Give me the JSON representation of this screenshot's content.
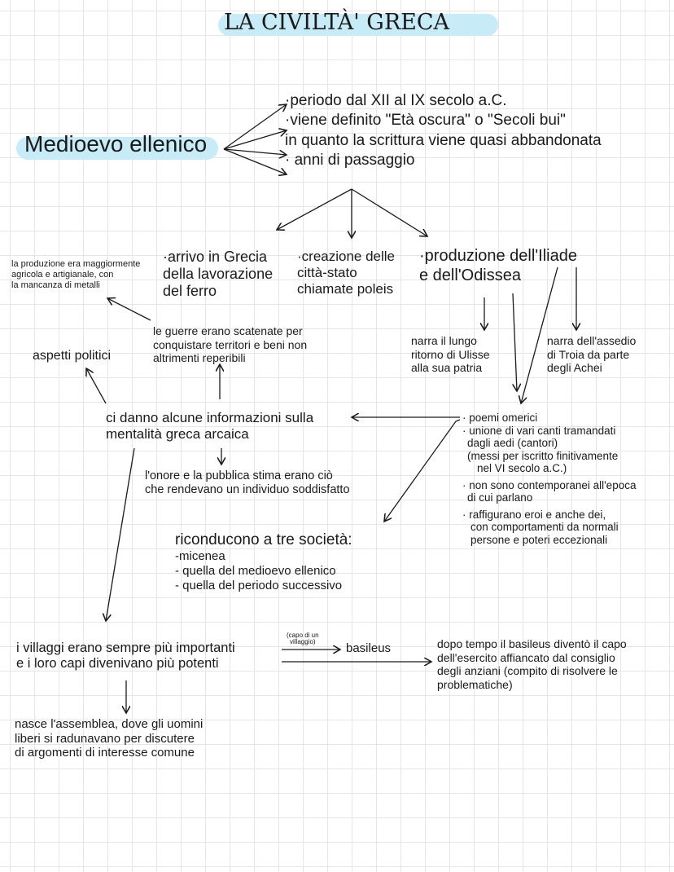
{
  "title": "LA CIVILTÀ' GRECA",
  "topic": "Medioevo ellenico",
  "topic_points": [
    "·periodo dal XII al IX secolo a.C.",
    "·viene definito \"Età oscura\" o \"Secoli bui\"",
    "in quanto la scrittura viene quasi abbandonata",
    "· anni di passaggio"
  ],
  "branches": {
    "iron": [
      "·arrivo in Grecia",
      "della lavorazione",
      "del ferro"
    ],
    "polis": [
      "·creazione delle",
      "città-stato",
      "chiamate poleis"
    ],
    "epics": [
      "·produzione dell'Iliade",
      "e dell'Odissea"
    ]
  },
  "production_note": [
    "la produzione era maggiormente",
    "agricola e artigianale, con",
    "la mancanza di metalli"
  ],
  "wars_note": [
    "le guerre erano scatenate per",
    "conquistare territori e beni non",
    "altrimenti reperibili"
  ],
  "political": "aspetti politici",
  "odyssey_note": [
    "narra il lungo",
    "ritorno di Ulisse",
    "alla sua patria"
  ],
  "iliad_note": [
    "narra dell'assedio",
    "di Troia da parte",
    "degli Achei"
  ],
  "mentality": [
    "ci danno alcune informazioni sulla",
    "mentalità greca arcaica"
  ],
  "honor": [
    "l'onore e la pubblica stima erano ciò",
    "che rendevano un individuo soddisfatto"
  ],
  "societies": {
    "heading": "riconducono a tre società:",
    "items": [
      "-micenea",
      "- quella del medioevo ellenico",
      "- quella del periodo successivo"
    ]
  },
  "poems": [
    "· poemi omerici",
    "· unione di vari canti tramandati",
    "dagli aedi (cantori)",
    "(messi per iscritto finitivamente",
    "nel VI secolo a.C.)",
    "· non sono contemporanei all'epoca",
    "di cui parlano",
    "· raffigurano eroi e anche dei,",
    "con comportamenti da normali",
    "persone e poteri eccezionali"
  ],
  "villages": [
    "i villaggi erano sempre più importanti",
    "e i loro capi divenivano più potenti"
  ],
  "chief_label": [
    "(capo di un",
    "villaggio)"
  ],
  "basileus": "basileus",
  "basileus_note": [
    "dopo tempo il basileus diventò il capo",
    "dell'esercito affiancato dal consiglio",
    "degli anziani (compito di risolvere le",
    "problematiche)"
  ],
  "assembly": [
    "nasce l'assemblea, dove gli uomini",
    "liberi si radunavano per discutere",
    "di argomenti di interesse comune"
  ],
  "colors": {
    "highlight": "#c7ecf8",
    "ink": "#1a1a1a",
    "grid": "#e6e6e6"
  }
}
